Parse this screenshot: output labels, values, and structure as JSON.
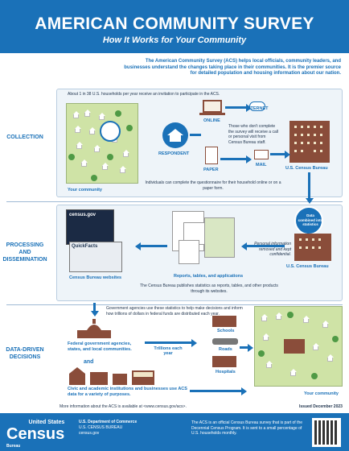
{
  "header": {
    "title": "AMERICAN COMMUNITY SURVEY",
    "subtitle": "How It Works for Your Community"
  },
  "intro": "The American Community Survey (ACS) helps local officials, community leaders, and businesses understand the changes taking place in their communities. It is the premier source for detailed population and housing information about our nation.",
  "collection": {
    "section_label": "COLLECTION",
    "invite_text": "About 1 in 38 U.S. households per year receive an invitation to participate in the ACS.",
    "your_community": "Your community",
    "respondent": "RESPONDENT",
    "online": "ONLINE",
    "internet": "INTERNET",
    "paper": "PAPER",
    "mail": "MAIL",
    "followup_text": "Those who don't complete the survey will receive a call or personal visit from Census Bureau staff.",
    "census_bureau": "U.S. Census Bureau",
    "complete_text": "Individuals can complete the questionnaire for their household online or on a paper form."
  },
  "processing": {
    "section_label": "PROCESSING AND DISSEMINATION",
    "census_websites": "Census Bureau websites",
    "census_gov": "census.gov",
    "quickfacts": "QuickFacts",
    "reports_label": "Reports, tables, and applications",
    "data_combined": "Data combined into statistics",
    "personal_info": "Personal information removed and kept confidential.",
    "census_bureau": "U.S. Census Bureau",
    "publishes_text": "The Census Bureau publishes statistics as reports, tables, and other products through its websites."
  },
  "decisions": {
    "section_label": "DATA-DRIVEN DECISIONS",
    "gov_text": "Government agencies use these statistics to help make decisions and inform how trillions of dollars in federal funds are distributed each year.",
    "federal": "Federal government agencies, states, and local communities.",
    "trillions": "Trillions each year",
    "and": "and",
    "civic": "Civic and academic institutions and businesses use ACS data for a variety of purposes.",
    "schools": "Schools",
    "roads": "Roads",
    "hospitals": "Hospitals",
    "your_community": "Your community"
  },
  "more_info": "More information about the ACS is available at <www.census.gov/acs>.",
  "issued": "Issued December 2023",
  "footer": {
    "united_states": "United States",
    "census": "Census",
    "bureau": "Bureau",
    "dept1": "U.S. Department of Commerce",
    "dept2": "U.S. CENSUS BUREAU",
    "dept3": "census.gov",
    "note": "The ACS is an official Census Bureau survey that is part of the Decennial Census Program. It is sent to a small percentage of U.S. households monthly."
  },
  "colors": {
    "primary_blue": "#1a71b8",
    "panel_bg": "#eef4f9",
    "map_green": "#cfe3a6",
    "building_brown": "#8a4d3a"
  }
}
